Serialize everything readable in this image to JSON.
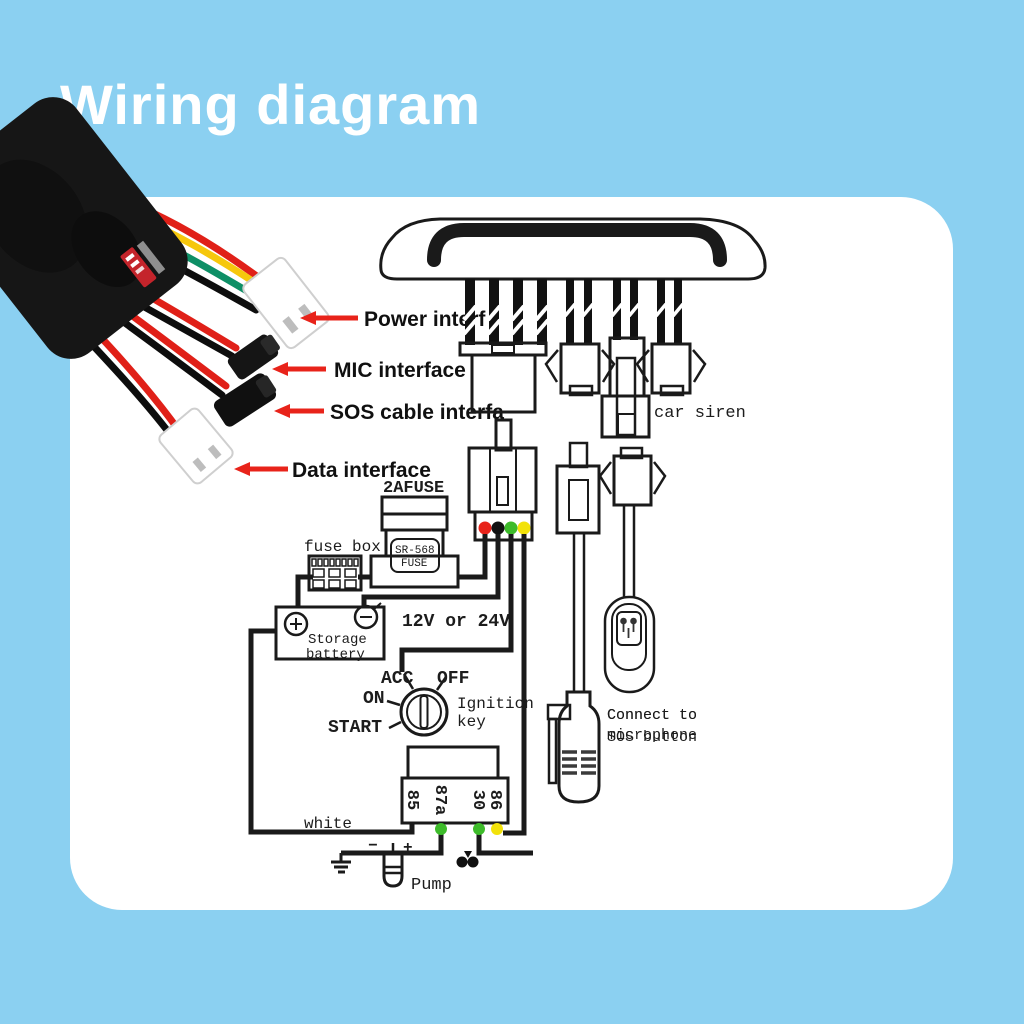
{
  "title": "Wiring diagram",
  "callouts": {
    "power": "Power interf",
    "mic": "MIC interface",
    "sos": "SOS cable interfa",
    "data": "Data interface"
  },
  "schematic": {
    "fuse_2a": "2AFUSE",
    "fuse_box": "fuse box",
    "inline_fuse_line1": "SR-568",
    "inline_fuse_line2": "FUSE",
    "battery_line1": "Storage",
    "battery_line2": "battery",
    "voltage": "12V or 24V",
    "ignition_acc": "ACC",
    "ignition_on": "ON",
    "ignition_off": "OFF",
    "ignition_start": "START",
    "ignition_label_line1": "Ignition",
    "ignition_label_line2": "key",
    "relay_pin_85": "85",
    "relay_pin_87a": "87a",
    "relay_pin_30": "30",
    "relay_pin_86": "86",
    "wire_white": "white",
    "pump": "Pump",
    "pump_minus": "−",
    "pump_plus": "+",
    "car_siren": "car siren",
    "sos_connect_line1": "Connect to",
    "sos_connect_line2": "SOS button",
    "mic_connect_line1": "Connect to",
    "mic_connect_line2": "microphone"
  },
  "colors": {
    "background": "#8BD0F1",
    "card": "#FFFFFF",
    "title_text": "#FFFFFF",
    "callout_arrow": "#E8231A",
    "line": "#1A1A1A",
    "wire_red": "#E02018",
    "wire_yellow": "#F6C70C",
    "wire_green": "#0E8F66",
    "wire_black": "#0D0D0D",
    "dot_red": "#E8231A",
    "dot_black": "#111111",
    "dot_green": "#3DBB2A",
    "dot_yellow": "#F2E20A"
  }
}
